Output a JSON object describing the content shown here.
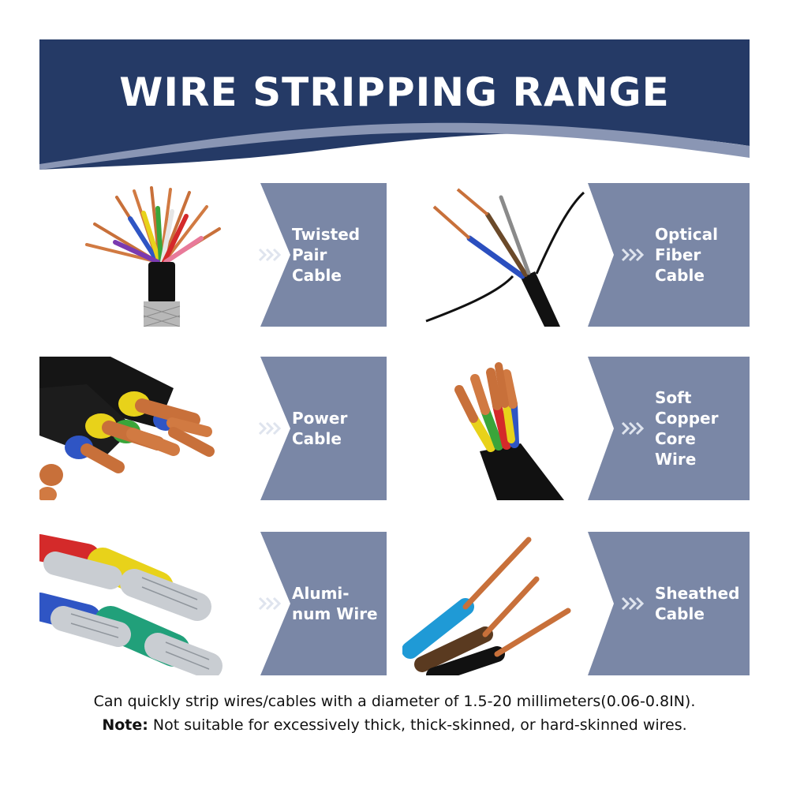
{
  "banner": {
    "title": "WIRE STRIPPING RANGE"
  },
  "cards": [
    {
      "label": "Twisted\nPair\nCable",
      "image": "twisted-pair-cable-photo"
    },
    {
      "label": "Optical\nFiber\nCable",
      "image": "optical-fiber-cable-photo"
    },
    {
      "label": "Power\nCable",
      "image": "power-cable-photo"
    },
    {
      "label": "Soft\nCopper\nCore\nWire",
      "image": "soft-copper-core-wire-photo"
    },
    {
      "label": "Alumi-\nnum Wire",
      "image": "aluminum-wire-photo"
    },
    {
      "label": "Sheathed\nCable",
      "image": "sheathed-cable-photo"
    }
  ],
  "footer": {
    "line1": "Can quickly strip wires/cables with a diameter of 1.5-20 millimeters(0.06-0.8IN).",
    "note_label": "Note:",
    "note_text": " Not suitable for excessively thick, thick-skinned, or hard-skinned wires."
  },
  "colors": {
    "banner": "#253a66",
    "panel": "#7a87a6",
    "copper": "#c8703a"
  }
}
